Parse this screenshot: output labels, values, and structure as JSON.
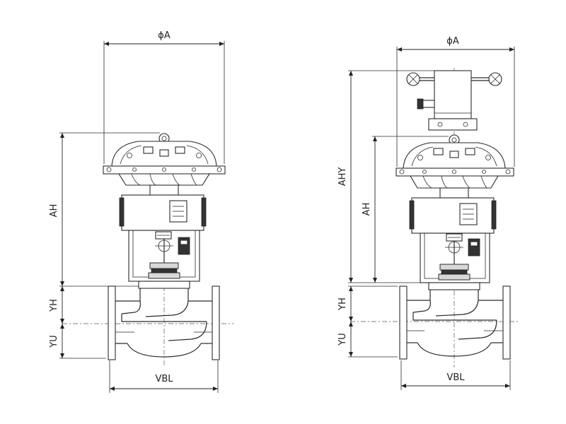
{
  "left_valve": {
    "dimensions": {
      "phi_a": "ϕA",
      "ah": "AH",
      "yh": "YH",
      "yu": "YU",
      "vbl": "VBL"
    }
  },
  "right_valve": {
    "dimensions": {
      "phi_a": "ϕA",
      "ahy": "AHY",
      "ah": "AH",
      "yh": "YH",
      "yu": "YU",
      "vbl": "VBL"
    }
  }
}
